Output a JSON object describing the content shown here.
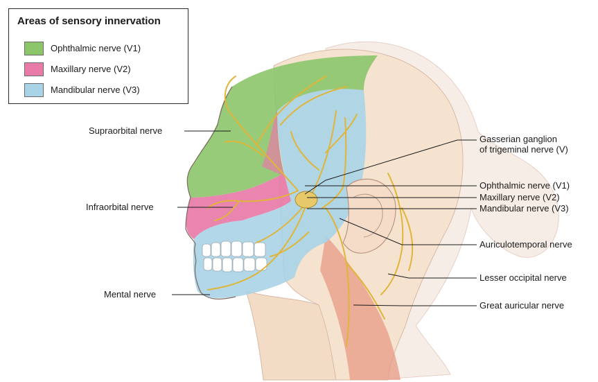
{
  "legend": {
    "title": "Areas of sensory innervation",
    "items": [
      {
        "label": "Ophthalmic nerve (V1)",
        "color": "#8cc56a"
      },
      {
        "label": "Maxillary nerve (V2)",
        "color": "#e87ba8"
      },
      {
        "label": "Mandibular nerve (V3)",
        "color": "#a9d3e6"
      }
    ]
  },
  "labels": {
    "supraorbital": "Supraorbital nerve",
    "infraorbital": "Infraorbital nerve",
    "mental": "Mental nerve",
    "gasserian_line1": "Gasserian ganglion",
    "gasserian_line2": "of trigeminal nerve (V)",
    "ophthalmic": "Ophthalmic nerve (V1)",
    "maxillary": "Maxillary nerve (V2)",
    "mandibular": "Mandibular nerve (V3)",
    "auriculotemporal": "Auriculotemporal nerve",
    "lesser_occipital": "Lesser occipital nerve",
    "great_auricular": "Great auricular nerve"
  },
  "colors": {
    "nerve": "#e0b53a",
    "skin": "#f7e7d6",
    "hair": "#f3e8df",
    "muscle": "#e79a86"
  }
}
